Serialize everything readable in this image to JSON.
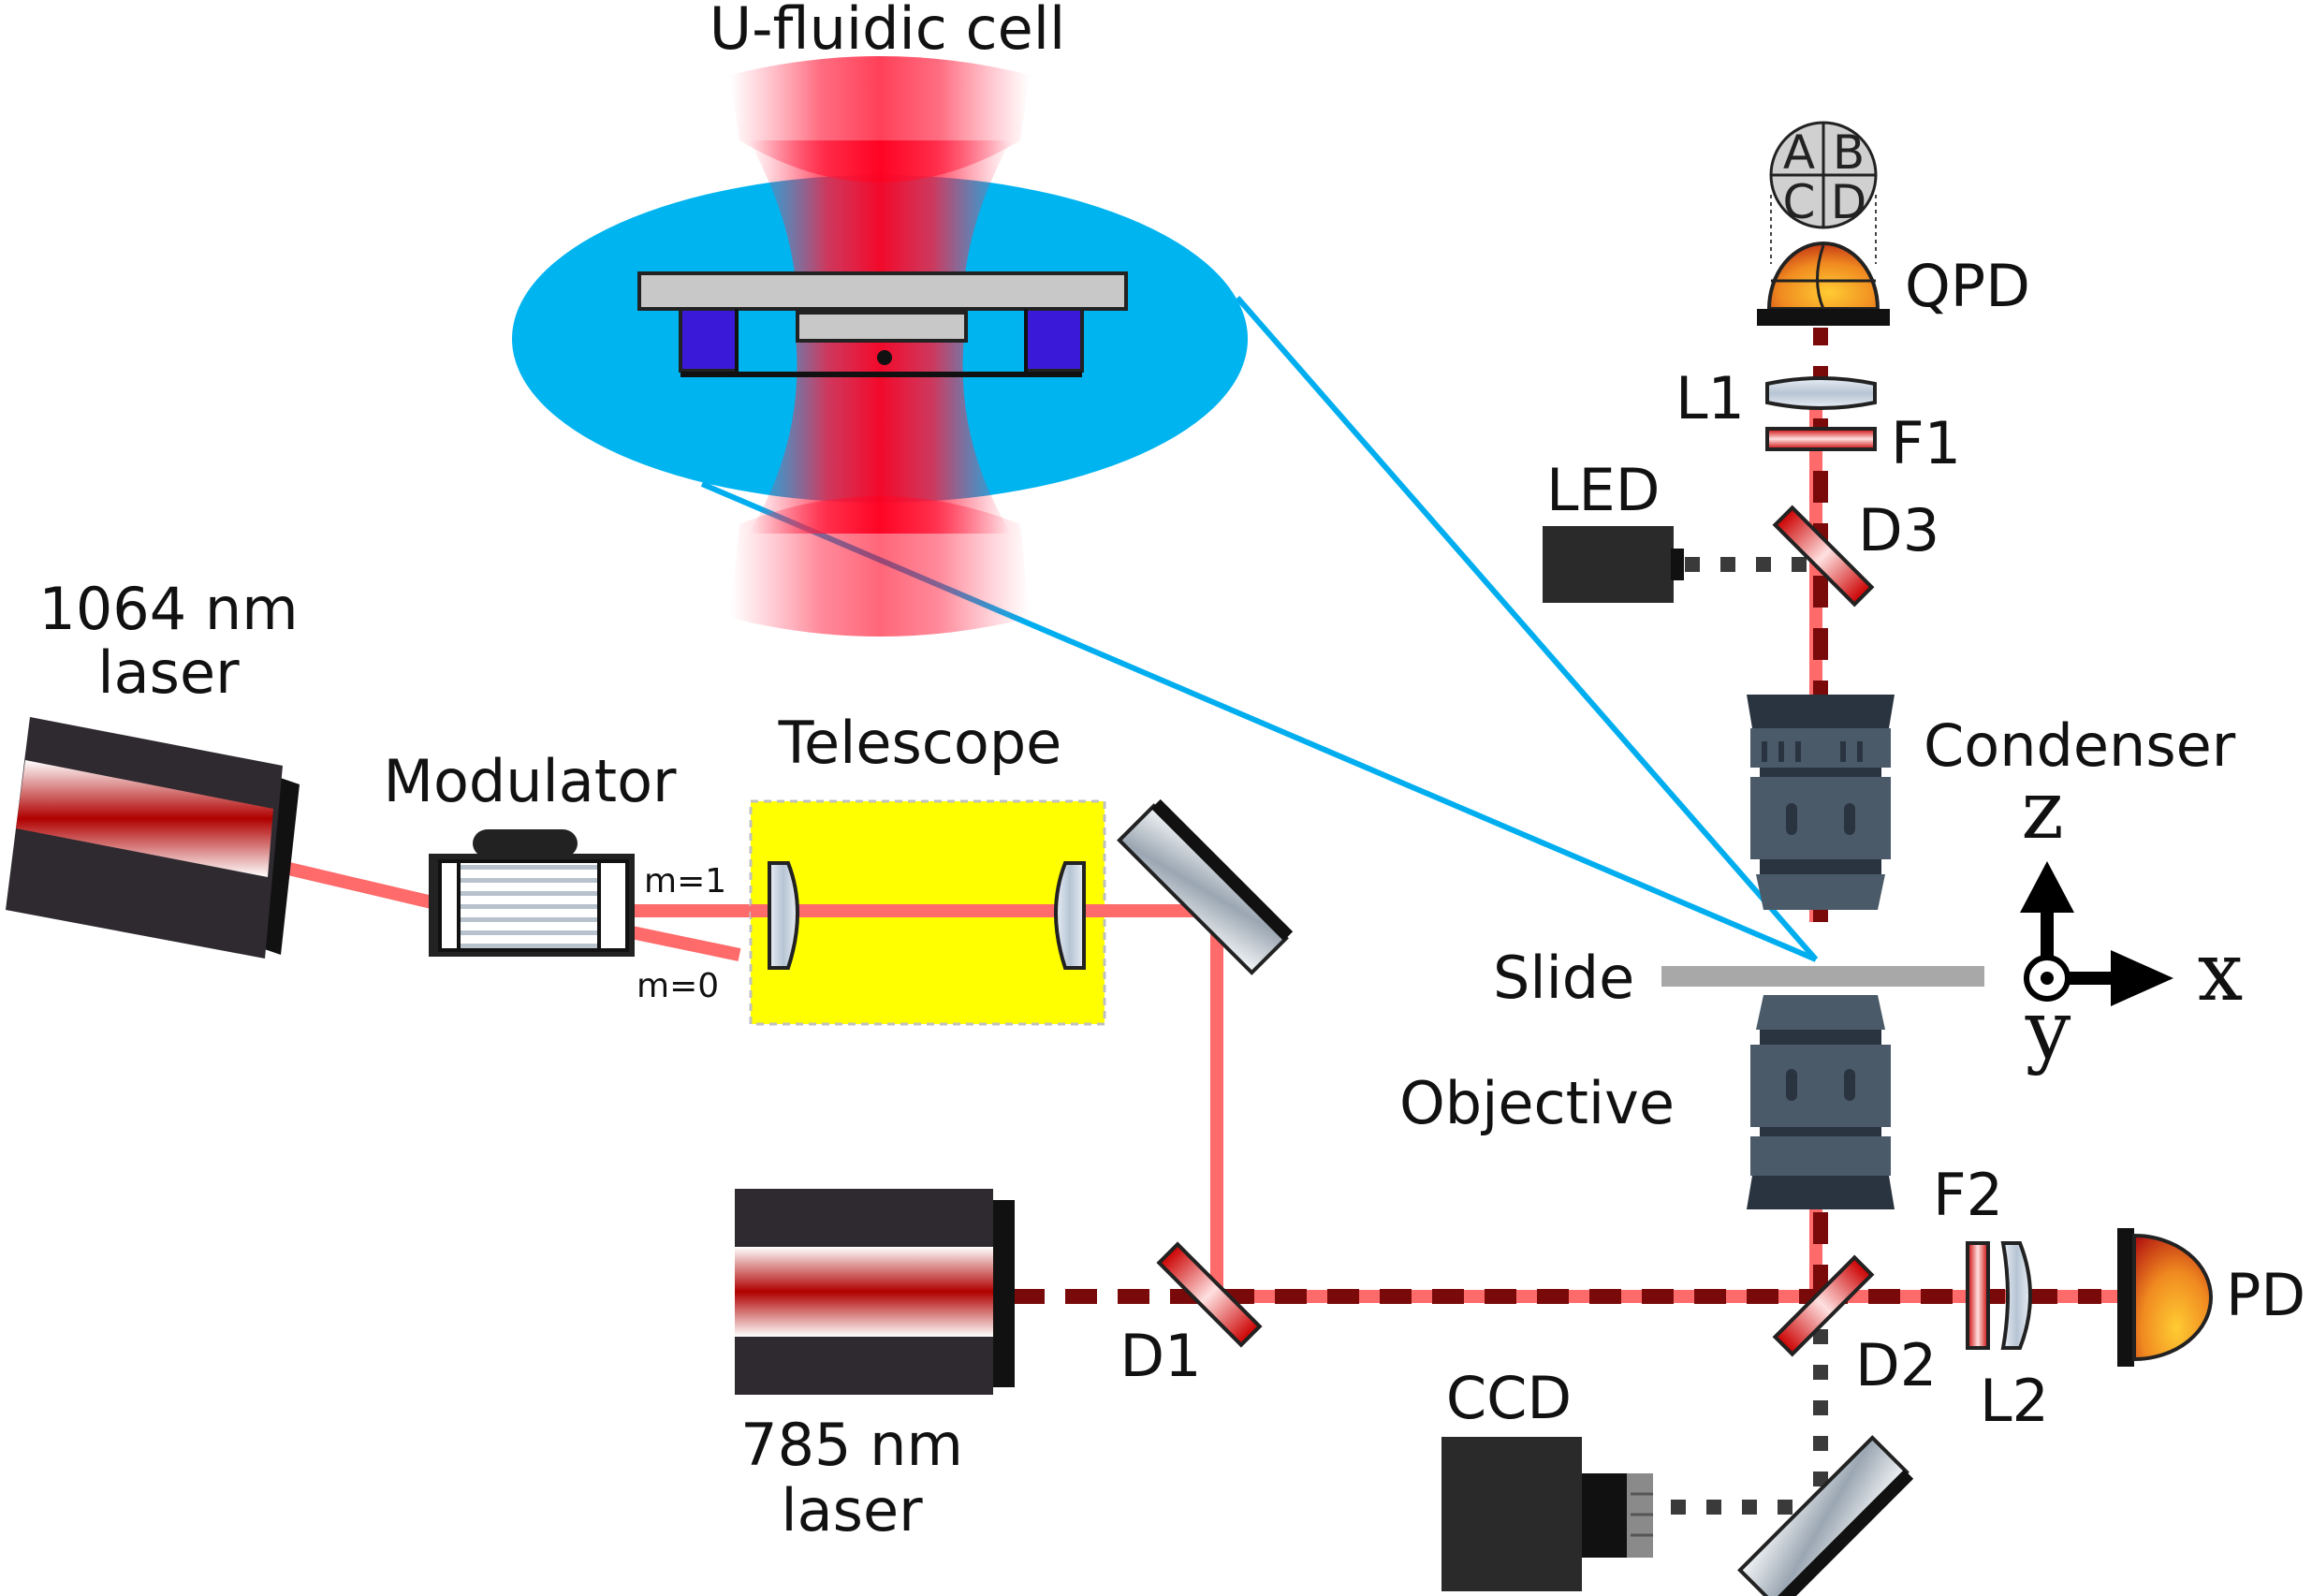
{
  "inset": {
    "title": "U-fluidic cell"
  },
  "lasers": {
    "ir": {
      "line1": "1064 nm",
      "line2": "laser"
    },
    "nir": {
      "line1": "785 nm",
      "line2": "laser"
    }
  },
  "modulator": {
    "label": "Modulator",
    "order_1": "m=1",
    "order_0": "m=0"
  },
  "telescope": {
    "label": "Telescope"
  },
  "components": {
    "qpd": "QPD",
    "quadrants": [
      "A",
      "B",
      "C",
      "D"
    ],
    "l1": "L1",
    "f1": "F1",
    "led": "LED",
    "d3": "D3",
    "condenser": "Condenser",
    "slide": "Slide",
    "objective": "Objective",
    "d1": "D1",
    "d2": "D2",
    "f2": "F2",
    "l2": "L2",
    "pd": "PD",
    "ccd": "CCD"
  },
  "axes": {
    "z": "z",
    "x": "x",
    "y": "y"
  },
  "colors": {
    "beam_1064": "#ff6a6a",
    "beam_785": "#7a0a0a",
    "inset_fill": "#00b4f0",
    "telescope_fill": "#ffff00",
    "lens_body": "#4a5a68"
  }
}
